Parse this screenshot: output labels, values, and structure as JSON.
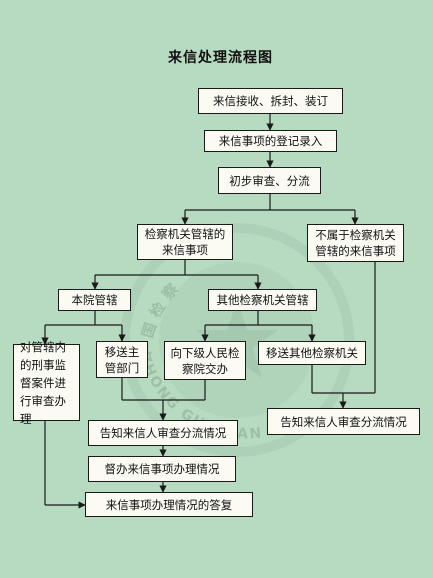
{
  "title": "来信处理流程图",
  "nodes": {
    "receive": "来信接收、拆封、装订",
    "register": "来信事项的登记录入",
    "triage": "初步审查、分流",
    "procuratorate_jurisdiction": "检察机关管辖的来信事项",
    "not_procuratorate": "不属于检察机关管辖的来信事项",
    "this_institution": "本院管辖",
    "other_institutions": "其他检察机关管辖",
    "criminal_supervision": "对管辖内的刑事监督案件进行审查办理",
    "transfer_department": "移送主管部门",
    "assign_lower": "向下级人民检察院交办",
    "transfer_other": "移送其他检察机关",
    "notify_writer_left": "告知来信人审查分流情况",
    "notify_writer_right": "告知来信人审查分流情况",
    "supervise": "督办来信事项办理情况",
    "reply": "来信事项办理情况的答复"
  },
  "watermark": {
    "top_text": "中国检察",
    "bottom_text": "ZHONG GUO JIAN CHA"
  },
  "colors": {
    "background": "#b7dbc0",
    "box_fill": "#fbfbf3",
    "line": "#1a1a1a",
    "watermark": "#9bbda5"
  }
}
